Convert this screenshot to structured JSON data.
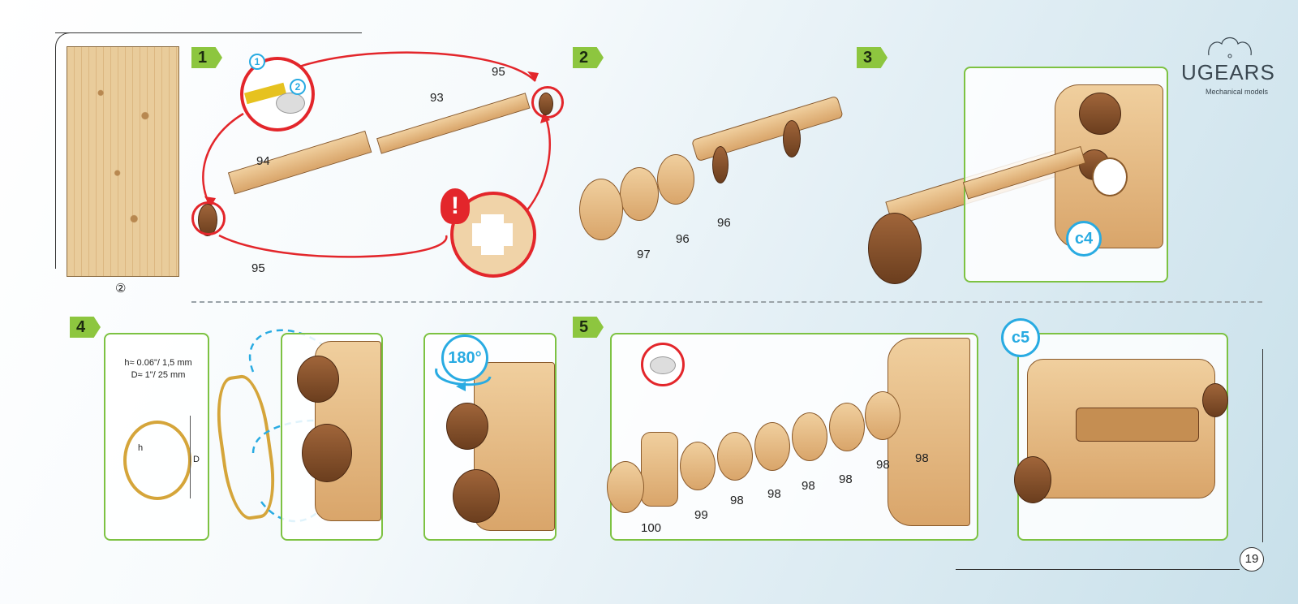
{
  "brand": {
    "name": "UGEARS",
    "tagline": "Mechanical models"
  },
  "page_number": "19",
  "sheet_number": "②",
  "steps": {
    "s1": "1",
    "s2": "2",
    "s3": "3",
    "s4": "4",
    "s5": "5"
  },
  "callouts": {
    "substep1": "1",
    "substep2": "2",
    "rotate": "180°",
    "c4": "c4",
    "c5": "c5"
  },
  "rubber_band": {
    "thickness": "h≈ 0.06\"/ 1,5 mm",
    "diameter": "D≈ 1\"/ 25 mm",
    "h_label": "h",
    "d_label": "D"
  },
  "parts": {
    "p93": "93",
    "p94": "94",
    "p95a": "95",
    "p95b": "95",
    "p96a": "96",
    "p96b": "96",
    "p97": "97",
    "p98a": "98",
    "p98b": "98",
    "p98c": "98",
    "p98d": "98",
    "p98e": "98",
    "p98f": "98",
    "p99": "99",
    "p100": "100"
  },
  "warning_mark": "!",
  "colors": {
    "green": "#7dc242",
    "blue": "#29abe2",
    "red": "#e3262b",
    "wood": "#e6c592"
  }
}
